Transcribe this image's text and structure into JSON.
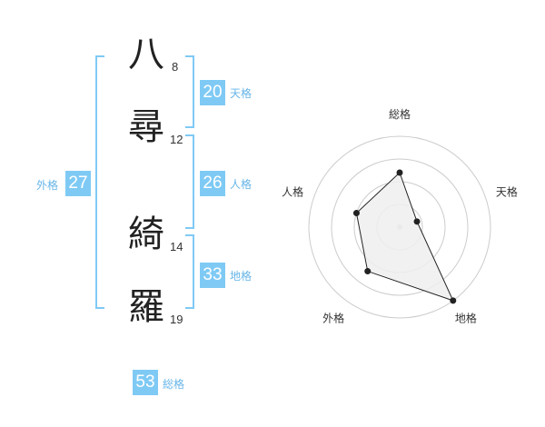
{
  "name": {
    "chars": [
      {
        "char": "八",
        "strokes": "8"
      },
      {
        "char": "尋",
        "strokes": "12"
      },
      {
        "char": "綺",
        "strokes": "14"
      },
      {
        "char": "羅",
        "strokes": "19"
      }
    ]
  },
  "fortune": {
    "tenkaku": {
      "value": "20",
      "label": "天格"
    },
    "jinkaku": {
      "value": "26",
      "label": "人格"
    },
    "chikaku": {
      "value": "33",
      "label": "地格"
    },
    "gaikaku": {
      "value": "27",
      "label": "外格"
    },
    "soukaku": {
      "value": "53",
      "label": "総格"
    }
  },
  "chart_data": {
    "type": "radar",
    "axes": [
      "総格",
      "天格",
      "地格",
      "外格",
      "人格"
    ],
    "values": [
      0.6,
      0.2,
      1.0,
      0.6,
      0.5
    ],
    "rings": 4,
    "colors": {
      "fill": "#eeeeee",
      "stroke": "#222222",
      "grid": "#cccccc"
    }
  },
  "colors": {
    "accent": "#7fcaf5",
    "label": "#67b5e8"
  }
}
